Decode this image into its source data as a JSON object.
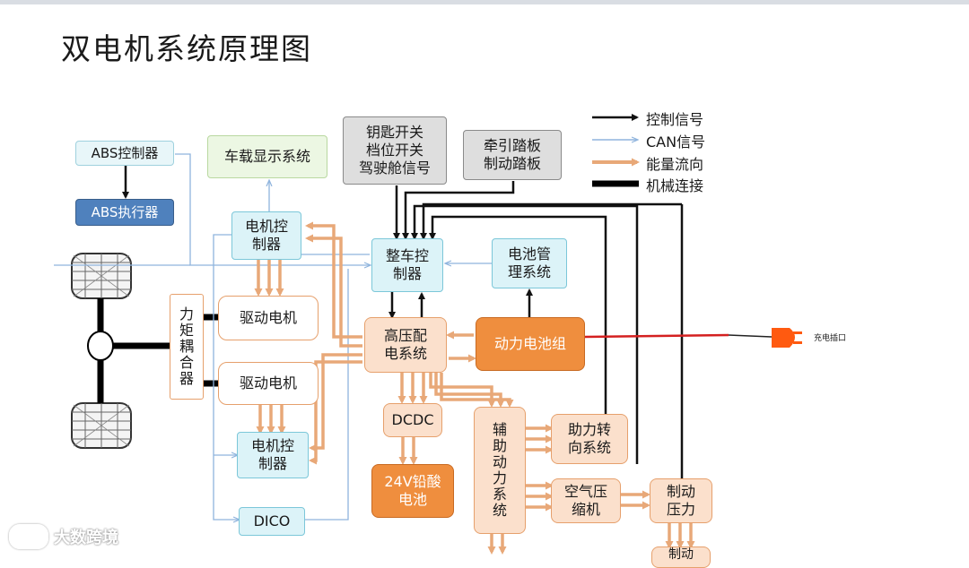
{
  "title": "双电机系统原理图",
  "legend": {
    "control": "控制信号",
    "can": "CAN信号",
    "energy": "能量流向",
    "mechanical": "机械连接"
  },
  "boxes": {
    "abs_controller": "ABS控制器",
    "abs_actuator": "ABS执行器",
    "display": "车载显示系统",
    "key_switch": "钥匙开关\n档位开关\n驾驶舱信号",
    "pedal": "牵引踏板\n制动踏板",
    "motor_controller_top": "电机控\n制器",
    "vcu": "整车控\n制器",
    "bms": "电池管\n理系统",
    "torque_coupler": "力\n矩\n耦\n合\n器",
    "drive_motor_top": "驱动电机",
    "drive_motor_bottom": "驱动电机",
    "hv_distribution": "高压配\n电系统",
    "power_battery": "动力电池组",
    "dcdc": "DCDC",
    "lead_battery": "24V铅酸\n电池",
    "aux_power": "辅\n助\n动\n力\n系\n统",
    "power_steering": "助力转\n向系统",
    "motor_controller_bottom": "电机控\n制器",
    "air_compressor": "空气压\n缩机",
    "brake_pressure": "制动\n压力",
    "dico": "DICO",
    "brake_bottom": "制动"
  },
  "charging_port": "充电插口",
  "watermark": "大数跨境",
  "colors": {
    "control": "#111111",
    "can": "#8fb4dd",
    "energy": "#e8a878",
    "mechanical": "#000000",
    "charging_line": "#d42020",
    "plug": "#ff5a10"
  }
}
